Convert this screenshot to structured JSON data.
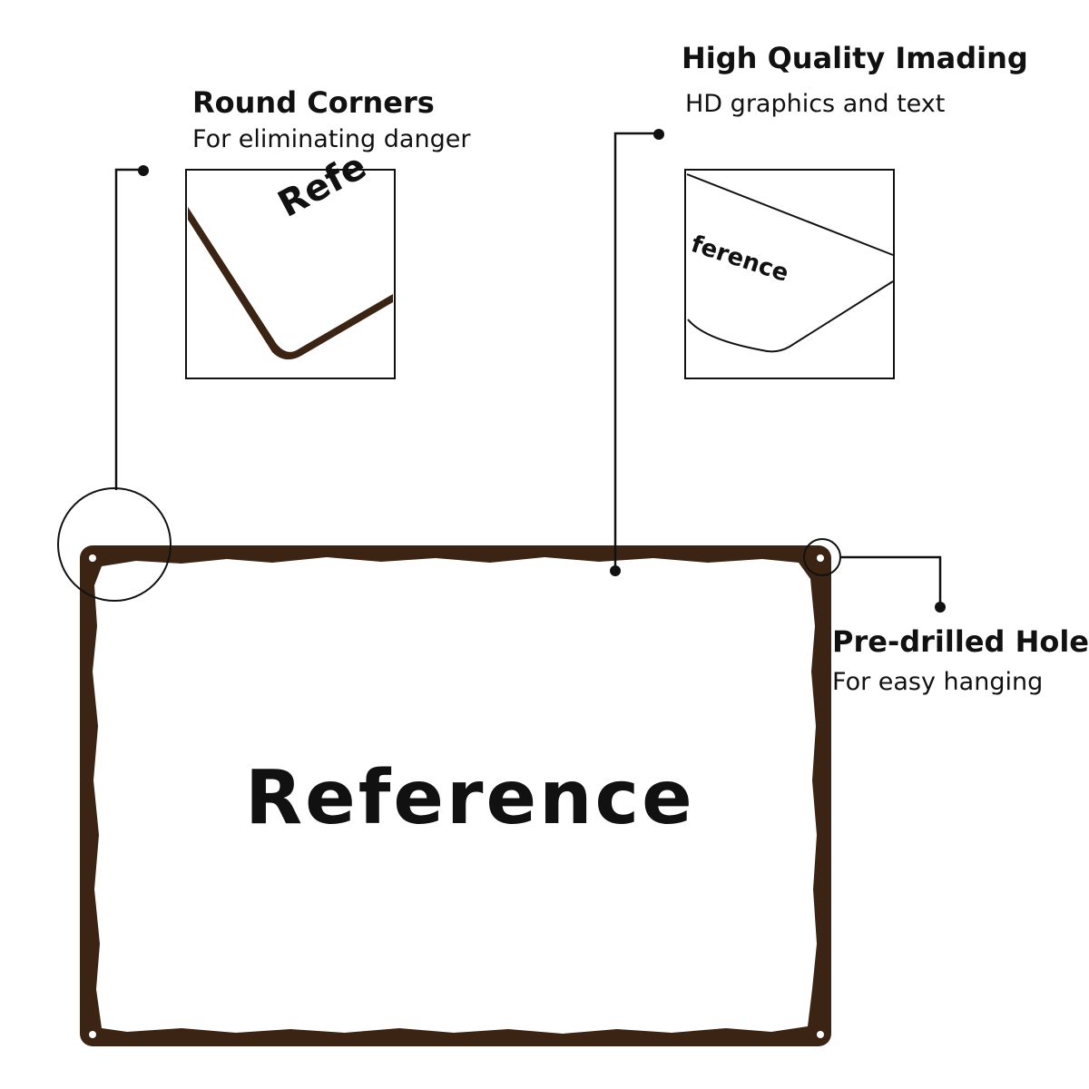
{
  "features": {
    "round_corners": {
      "title": "Round Corners",
      "subtitle": "For eliminating danger"
    },
    "high_quality": {
      "title": "High Quality Imading",
      "subtitle": "HD graphics and text"
    },
    "holes": {
      "title": "Pre-drilled Holes",
      "subtitle": "For easy hanging"
    }
  },
  "sign": {
    "text": "Reference"
  },
  "zoom_left": {
    "text": "Refe"
  },
  "zoom_right": {
    "text": "ference"
  },
  "colors": {
    "border": "#3b2414",
    "line": "#111111",
    "paper": "#ffffff"
  }
}
